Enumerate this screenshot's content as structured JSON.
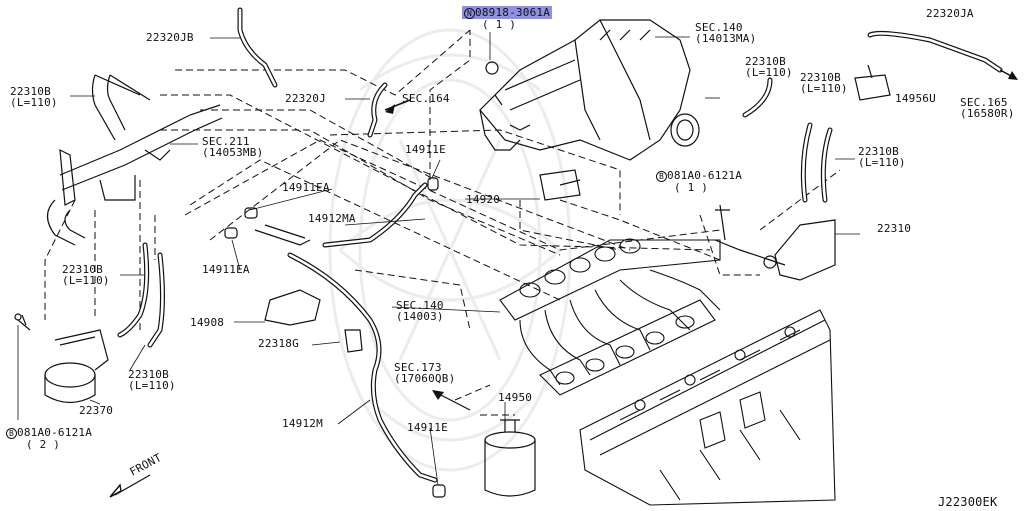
{
  "labels": {
    "part_08918": {
      "code": "08918-3061A",
      "qty": "( 1 )",
      "prefix": "N"
    },
    "sec140_top": {
      "line1": "SEC.140",
      "line2": "(14013MA)"
    },
    "p22320JA": "22320JA",
    "sec165": {
      "line1": "SEC.165",
      "line2": "(16580R)"
    },
    "p22320JB": "22320JB",
    "p22310B_tl": {
      "line1": "22310B",
      "line2": "(L=110)"
    },
    "p22320J": "22320J",
    "sec164": "SEC.164",
    "sec211": {
      "line1": "SEC.211",
      "line2": "(14053MB)"
    },
    "p22310B_r1": {
      "line1": "22310B",
      "line2": "(L=110)"
    },
    "p22310B_r2": {
      "line1": "22310B",
      "line2": "(L=110)"
    },
    "p14956U": "14956U",
    "p22310B_r3": {
      "line1": "22310B",
      "line2": "(L=110)"
    },
    "p14911E_top": "14911E",
    "bolt_right": {
      "prefix": "B",
      "code": "081A0-6121A",
      "qty": "( 1 )"
    },
    "p14911EA_1": "14911EA",
    "p14920": "14920",
    "p14912MA": "14912MA",
    "p22310": "22310",
    "p14911EA_2": "14911EA",
    "p22310B_ml": {
      "line1": "22310B",
      "line2": "(L=110)"
    },
    "sec140_mid": {
      "line1": "SEC.140",
      "line2": "(14003)"
    },
    "p14908": "14908",
    "p22318G": "22318G",
    "p22310B_bl": {
      "line1": "22310B",
      "line2": "(L=110)"
    },
    "sec173": {
      "line1": "SEC.173",
      "line2": "(17060QB)"
    },
    "p14950": "14950",
    "p22370": "22370",
    "p14912M": "14912M",
    "p14911E_bot": "14911E",
    "bolt_left": {
      "prefix": "B",
      "code": "081A0-6121A",
      "qty": "( 2 )"
    },
    "front": "FRONT",
    "diagram_code": "J22300EK"
  },
  "colors": {
    "ink": "#111111",
    "highlight": "#8f8fe6",
    "watermark": "#ececec"
  }
}
